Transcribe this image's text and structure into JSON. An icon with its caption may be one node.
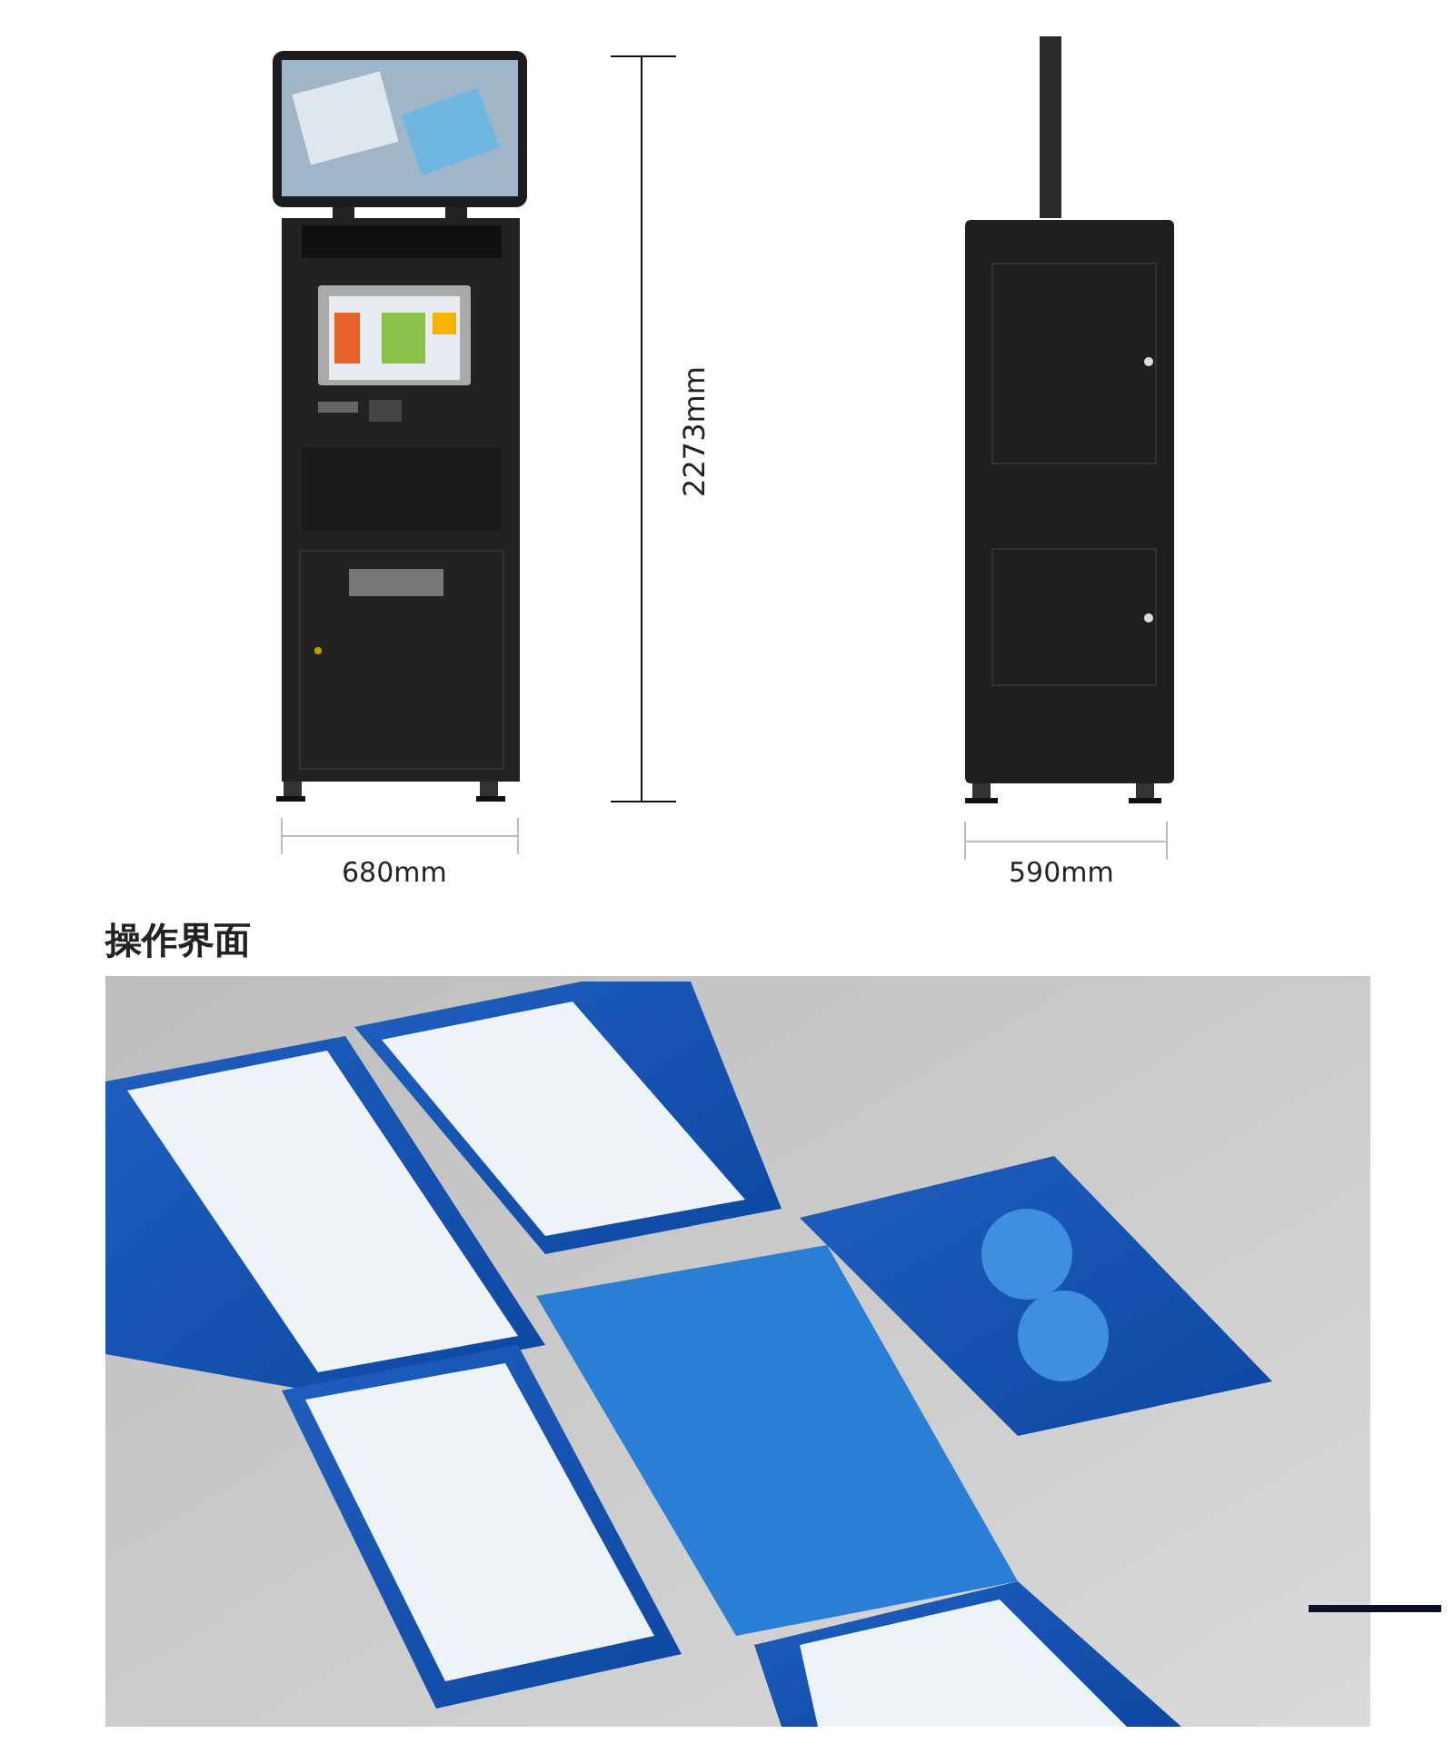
{
  "diagram": {
    "labels": [
      "2273mm",
      "680mm",
      "590mm",
      "操作界面"
    ]
  }
}
